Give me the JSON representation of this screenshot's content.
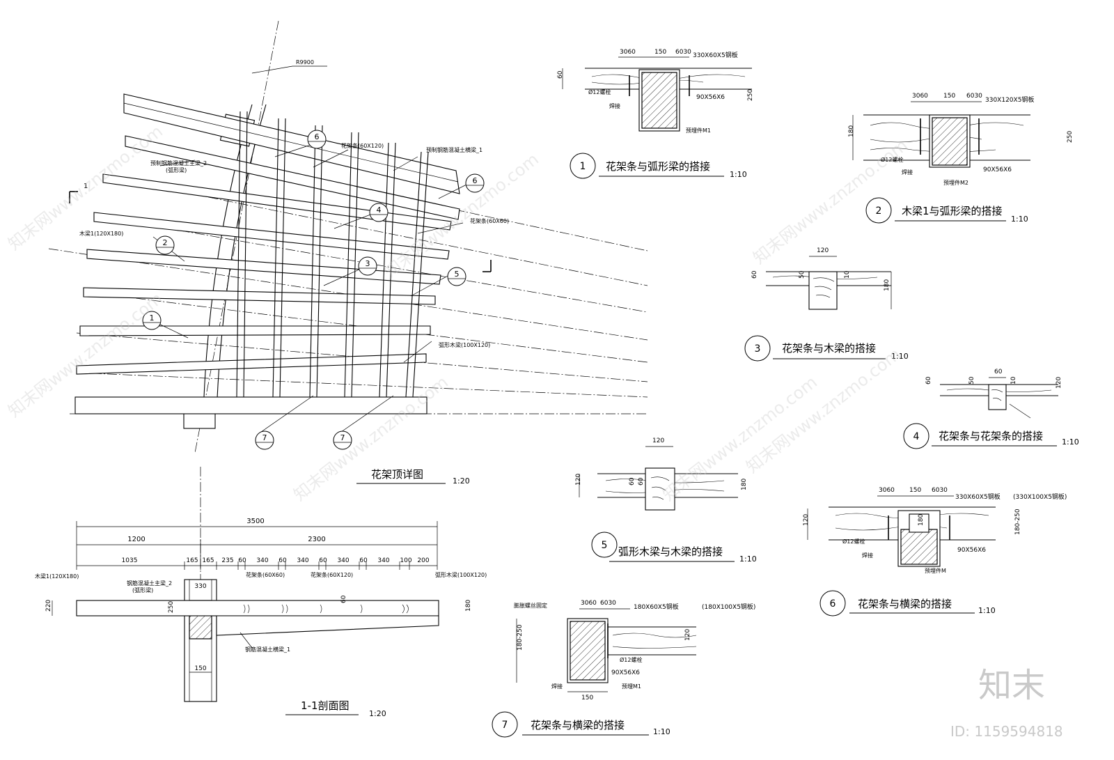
{
  "main_plan": {
    "title": "花架顶详图",
    "scale": "1:20",
    "radius_label": "R9900",
    "labels": {
      "rc_beam_2": "预制钢筋混凝土主梁_2",
      "rc_beam_2_note": "(弧形梁)",
      "rc_beam_1": "预制钢筋混凝土横梁_1",
      "rafter_60x120": "花架条(60X120)",
      "rafter_60x60": "花架条(60X60)",
      "wood_beam_1": "木梁1(120X180)",
      "arc_wood_beam": "弧形木梁(100X120)"
    },
    "section_mark": "1",
    "detail_refs": [
      "6",
      "6",
      "4",
      "2",
      "3",
      "5",
      "1",
      "7",
      "7"
    ]
  },
  "section_view": {
    "title": "1-1剖面图",
    "scale": "1:20",
    "dims_total": "3500",
    "dims_mid": [
      "1200",
      "2300"
    ],
    "dims_detail": [
      "1035",
      "165",
      "165",
      "235",
      "60",
      "340",
      "60",
      "340",
      "60",
      "340",
      "60",
      "340",
      "100",
      "200"
    ],
    "dim_330": "330",
    "dim_150": "150",
    "dim_220": "220",
    "dim_250": "250",
    "dim_180": "180",
    "dim_60": "60",
    "labels": {
      "wood_beam_1": "木梁1(120X180)",
      "rc_beam_2": "钢筋混凝土主梁_2",
      "rc_beam_2_note": "(弧形梁)",
      "rafter_60x60": "花架条(60X60)",
      "rafter_60x120": "花架条(60X120)",
      "arc_wood_beam": "弧形木梁(100X120)",
      "rc_beam_1": "钢筋混凝土横梁_1"
    }
  },
  "details": [
    {
      "num": "1",
      "title": "花架条与弧形梁的搭接",
      "scale": "1:10",
      "dims": [
        "3060",
        "150",
        "6030",
        "60",
        "250"
      ],
      "labels": [
        "330X60X5钢板",
        "Ø12螺栓",
        "90X56X6",
        "焊接",
        "预埋件M1"
      ]
    },
    {
      "num": "2",
      "title": "木梁1与弧形梁的搭接",
      "scale": "1:10",
      "dims": [
        "3060",
        "150",
        "6030",
        "180",
        "250"
      ],
      "labels": [
        "330X120X5钢板",
        "Ø12螺栓",
        "焊接",
        "90X56X6",
        "预埋件M2"
      ]
    },
    {
      "num": "3",
      "title": "花架条与木梁的搭接",
      "scale": "1:10",
      "dims": [
        "120",
        "60",
        "50",
        "10",
        "180"
      ]
    },
    {
      "num": "4",
      "title": "花架条与花架条的搭接",
      "scale": "1:10",
      "dims": [
        "60",
        "60",
        "50",
        "10",
        "120"
      ]
    },
    {
      "num": "5",
      "title": "弧形木梁与木梁的搭接",
      "scale": "1:10",
      "dims": [
        "120",
        "120",
        "60",
        "60",
        "180"
      ]
    },
    {
      "num": "6",
      "title": "花架条与横梁的搭接",
      "scale": "1:10",
      "dims": [
        "3060",
        "150",
        "6030",
        "120",
        "180-250",
        "180"
      ],
      "labels": [
        "330X60X5钢板",
        "(330X100X5钢板)",
        "Ø12螺栓",
        "焊接",
        "90X56X6",
        "预埋件M"
      ]
    },
    {
      "num": "7",
      "title": "花架条与横梁的搭接",
      "scale": "1:10",
      "dims": [
        "3060",
        "6030",
        "180-250",
        "120",
        "150"
      ],
      "labels": [
        "膨胀螺丝固定",
        "180X60X5钢板",
        "(180X100X5钢板)",
        "Ø12螺栓",
        "90X56X6",
        "焊接",
        "预埋M1"
      ]
    }
  ],
  "watermark": {
    "site": "知末网www.znzmo.com",
    "brand": "知末",
    "id": "ID: 1159594818"
  }
}
